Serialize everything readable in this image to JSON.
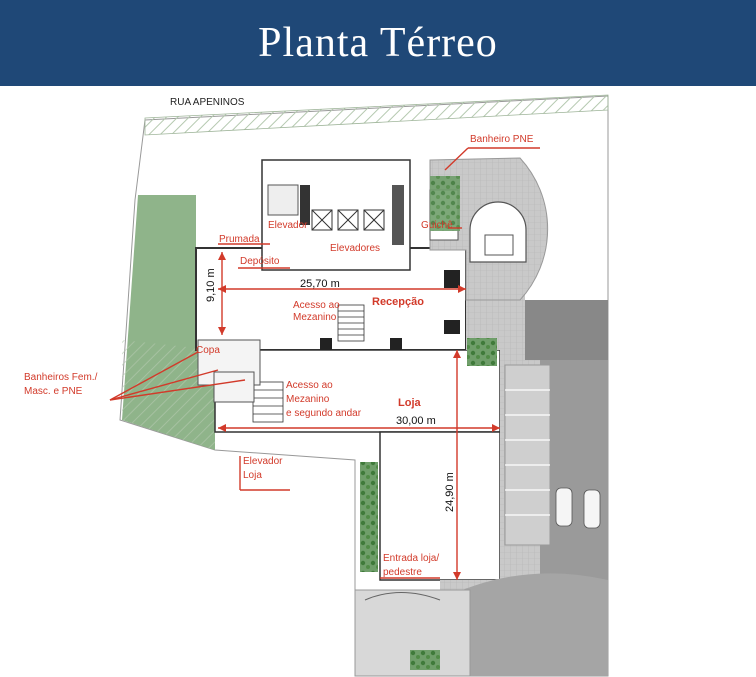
{
  "header": {
    "title": "Planta Térreo"
  },
  "labels": {
    "street": "RUA APENINOS",
    "banheiro_pne": "Banheiro PNE",
    "elevador": "Elevador",
    "guiche": "Guichê",
    "prumada": "Prumada",
    "elevadores": "Elevadores",
    "deposito": "Depósito",
    "acesso_mezanino_1": "Acesso ao",
    "acesso_mezanino_2": "Mezanino",
    "recepcao": "Recepção",
    "copa": "Copa",
    "banheiros_1": "Banheiros Fem./",
    "banheiros_2": "Masc. e PNE",
    "acesso2_1": "Acesso ao",
    "acesso2_2": "Mezanino",
    "acesso2_3": "e segundo andar",
    "loja": "Loja",
    "elevador_loja_1": "Elevador",
    "elevador_loja_2": "Loja",
    "entrada_1": "Entrada loja/",
    "entrada_2": "pedestre"
  },
  "dimensions": {
    "width_reception": "25,70 m",
    "depth_reception": "9,10 m",
    "width_store": "30,00 m",
    "depth_store": "24,90 m"
  },
  "colors": {
    "header": "#1f4877",
    "annotation": "#d23a2a",
    "grass": "#8fb48a",
    "paving": "#9a9a9a"
  }
}
